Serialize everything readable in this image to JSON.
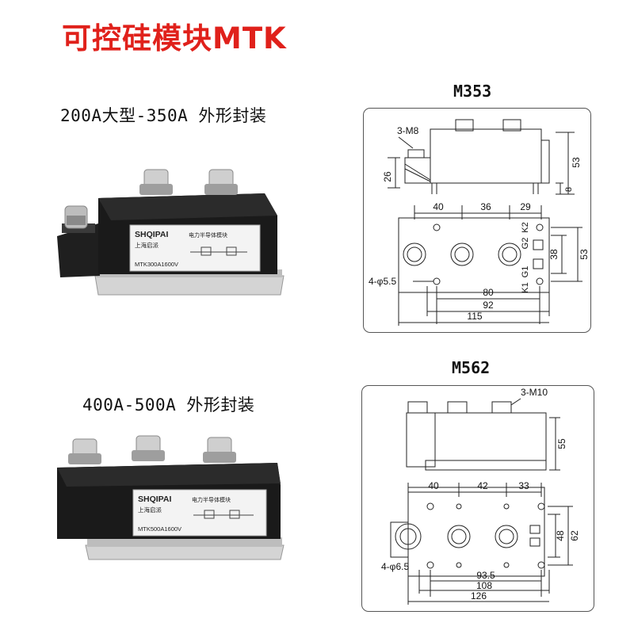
{
  "title": "可控硅模块MTK",
  "products": [
    {
      "package_label": "200A大型-350A 外形封装",
      "model": "M353",
      "brand": "SHQIPAI",
      "brand_cn": "上海启派",
      "module_desc": "电力半导体模块",
      "part_number": "MTK300A1600V",
      "terminals": "3-M8",
      "hole_spec": "4-φ5.5",
      "pin_labels": [
        "G2",
        "K2",
        "K1",
        "G1"
      ],
      "dims": {
        "height_total": "53",
        "height_base": "26",
        "height_foot": "8",
        "top_spacing": [
          "40",
          "36",
          "29"
        ],
        "side_inner": "38",
        "side_outer": "53",
        "bottom": [
          "80",
          "92",
          "115"
        ]
      }
    },
    {
      "package_label": "400A-500A 外形封装",
      "model": "M562",
      "brand": "SHQIPAI",
      "brand_cn": "上海启派",
      "module_desc": "电力半导体模块",
      "part_number": "MTK500A1600V",
      "terminals": "3-M10",
      "hole_spec": "4-φ6.5",
      "dims": {
        "height_total": "55",
        "top_spacing": [
          "40",
          "42",
          "33"
        ],
        "side_inner": "48",
        "side_outer": "62",
        "bottom": [
          "93.5",
          "108",
          "126"
        ]
      }
    }
  ]
}
